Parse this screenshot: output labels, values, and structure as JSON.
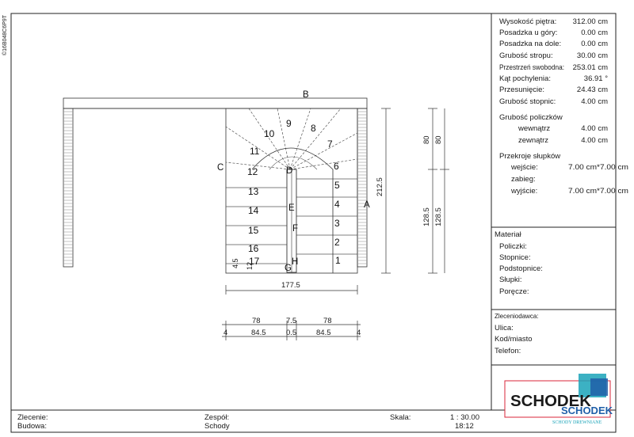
{
  "side_code": "©16B048C6P9T",
  "parameters": [
    {
      "label": "Wysokość piętra:",
      "value": "312.00 cm"
    },
    {
      "label": "Posadzka u góry:",
      "value": "0.00 cm"
    },
    {
      "label": "Posadzka na dole:",
      "value": "0.00 cm"
    },
    {
      "label": "Grubość stropu:",
      "value": "30.00 cm"
    },
    {
      "label": "Przestrzeń swobodna:",
      "value": "253.01 cm"
    },
    {
      "label": "Kąt pochylenia:",
      "value": "36.91 °"
    },
    {
      "label": "Przesunięcie:",
      "value": "24.43 cm"
    },
    {
      "label": "Grubość stopnic:",
      "value": "4.00 cm"
    }
  ],
  "shelf_thickness": {
    "title": "Grubość policzków",
    "inner_label": "wewnątrz",
    "inner_value": "4.00 cm",
    "outer_label": "zewnątrz",
    "outer_value": "4.00 cm"
  },
  "posts": {
    "title": "Przekroje słupków",
    "entry_label": "wejście:",
    "entry_value": "7.00 cm*7.00 cm",
    "turn_label": "zabieg:",
    "exit_label": "wyjście:",
    "exit_value": "7.00 cm*7.00 cm"
  },
  "material": {
    "title": "Materiał",
    "items": [
      "Policzki:",
      "Stopnice:",
      "Podstopnice:",
      "Słupki:",
      "Poręcze:"
    ]
  },
  "client": {
    "title": "Zleceniodawca:",
    "items": [
      "Ulica:",
      "Kod/miasto",
      "Telefon:"
    ]
  },
  "logo": {
    "brand": "SCHODEK",
    "tagline": "SCHODY DREWNIANE"
  },
  "footer": {
    "order_label": "Zlecenie:",
    "building_label": "Budowa:",
    "team_label": "Zespół:",
    "team_value": "Schody",
    "scale_label": "Skala:",
    "scale_value": "1 : 30.00",
    "time_value": "18:12"
  },
  "drawing": {
    "point_labels": {
      "A": "A",
      "B": "B",
      "C": "C",
      "D": "D",
      "E": "E",
      "F": "F",
      "G": "G",
      "H": "H"
    },
    "steps": [
      "1",
      "2",
      "3",
      "4",
      "5",
      "6",
      "7",
      "8",
      "9",
      "10",
      "11",
      "12",
      "13",
      "14",
      "15",
      "16",
      "17"
    ],
    "dim_width": "177.5",
    "dim_height": "212.5",
    "dim_upper": "80",
    "dim_lower": "128.5",
    "dim_small_a": "4.5",
    "dim_small_b": "12",
    "bottom_dims_top": [
      "78",
      "7.5",
      "78"
    ],
    "bottom_dims_bottom": [
      "4",
      "84.5",
      "0.5",
      "84.5",
      "4"
    ]
  },
  "colors": {
    "line": "#333333",
    "hatch": "#9a9a9a",
    "logo_red": "#d9263a",
    "logo_teal": "#1aa3b8",
    "logo_blue": "#1f5fa8"
  }
}
